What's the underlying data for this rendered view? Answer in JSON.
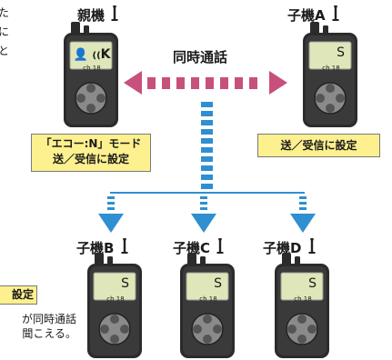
{
  "left_text": {
    "lines": [
      "た",
      "に",
      "と"
    ],
    "partial_box": "設定",
    "footnote_lines": [
      "が同時通話",
      "聞こえる。"
    ]
  },
  "labels": {
    "parent": "親機",
    "child_a": "子機A",
    "child_b": "子機B",
    "child_c": "子機C",
    "child_d": "子機D"
  },
  "simultaneous_call": "同時通話",
  "parent_screen": {
    "main": "K",
    "channel": "ch 18"
  },
  "child_screen": {
    "main": "S",
    "channel": "ch 18"
  },
  "box_echo": {
    "line1": "「エコー:N」モード",
    "line2": "送／受信に設定"
  },
  "box_a": {
    "text": "送／受信に設定"
  },
  "colors": {
    "accent_pink": "#c8507c",
    "accent_blue": "#2f8fd0",
    "box_yellow": "#fdf08f",
    "device_body": "#2b2b2b",
    "device_screen": "#dfe6b9"
  },
  "icons": [
    "antenna-icon",
    "speaker-person-icon",
    "dpad-icon"
  ]
}
